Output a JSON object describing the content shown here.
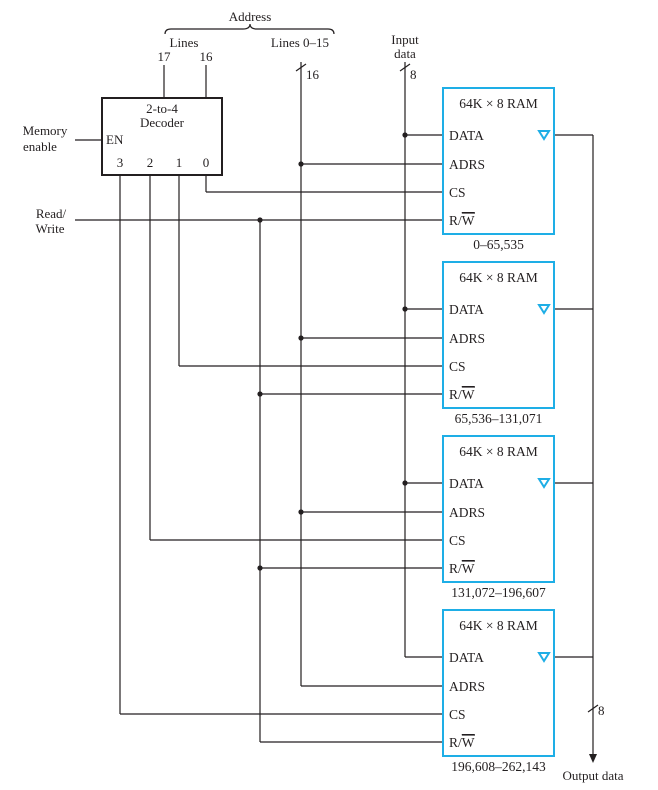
{
  "colors": {
    "ram_border": "#1eaee6",
    "wire": "#231f20",
    "text": "#231f20"
  },
  "address": {
    "title": "Address",
    "high_lines_label": "Lines",
    "line17": "17",
    "line16": "16",
    "low_lines_label": "Lines 0–15",
    "bus_width": "16"
  },
  "input_data": {
    "label_line1": "Input",
    "label_line2": "data",
    "bus_width": "8"
  },
  "decoder": {
    "title_line1": "2-to-4",
    "title_line2": "Decoder",
    "enable_pin": "EN",
    "outputs": [
      "3",
      "2",
      "1",
      "0"
    ]
  },
  "memory_enable": {
    "line1": "Memory",
    "line2": "enable"
  },
  "read_write": {
    "line1": "Read/",
    "line2": "Write"
  },
  "rams": [
    {
      "title": "64K × 8 RAM",
      "pins": {
        "data": "DATA",
        "adrs": "ADRS",
        "cs": "CS",
        "rw_r": "R/",
        "rw_w": "W"
      },
      "range": "0–65,535",
      "cs_from_output": "0"
    },
    {
      "title": "64K × 8 RAM",
      "pins": {
        "data": "DATA",
        "adrs": "ADRS",
        "cs": "CS",
        "rw_r": "R/",
        "rw_w": "W"
      },
      "range": "65,536–131,071",
      "cs_from_output": "1"
    },
    {
      "title": "64K × 8 RAM",
      "pins": {
        "data": "DATA",
        "adrs": "ADRS",
        "cs": "CS",
        "rw_r": "R/",
        "rw_w": "W"
      },
      "range": "131,072–196,607",
      "cs_from_output": "2"
    },
    {
      "title": "64K × 8 RAM",
      "pins": {
        "data": "DATA",
        "adrs": "ADRS",
        "cs": "CS",
        "rw_r": "R/",
        "rw_w": "W"
      },
      "range": "196,608–262,143",
      "cs_from_output": "3"
    }
  ],
  "output_data": {
    "label": "Output data",
    "bus_width": "8"
  }
}
